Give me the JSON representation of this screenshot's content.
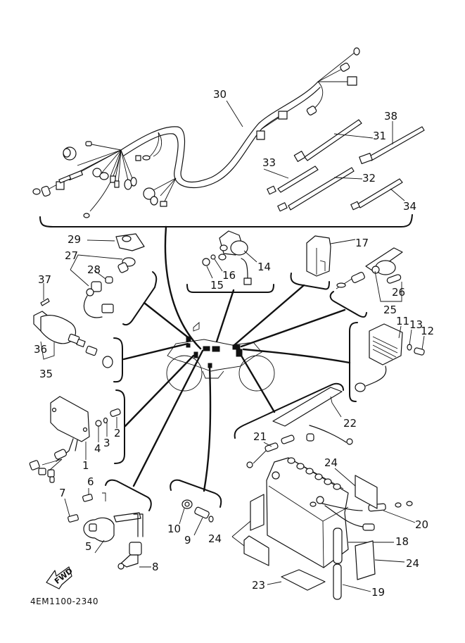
{
  "diagram": {
    "title_code": "4EM1100-2340",
    "direction_badge": "FWD",
    "colors": {
      "ink": "#111111",
      "paper": "#ffffff"
    },
    "groups": {
      "harness": {
        "name": "wire-harness-group",
        "parts": [
          "30",
          "31",
          "32",
          "33",
          "34",
          "38"
        ]
      },
      "thermo": {
        "name": "thermo-switch-group",
        "parts": [
          "27",
          "28",
          "29"
        ]
      },
      "main_switch": {
        "name": "main-switch-group",
        "parts": [
          "35",
          "36",
          "37"
        ]
      },
      "starter_relay": {
        "name": "starter-relay-group",
        "parts": [
          "14",
          "15",
          "16"
        ]
      },
      "cover": {
        "name": "relay-cover-group",
        "parts": [
          "17"
        ]
      },
      "fuse": {
        "name": "fuse-holder-group",
        "parts": [
          "25",
          "26"
        ]
      },
      "rectifier": {
        "name": "rectifier-regulator-group",
        "parts": [
          "11",
          "12",
          "13"
        ]
      },
      "cdi": {
        "name": "cdi-unit-group",
        "parts": [
          "1",
          "2",
          "3",
          "4"
        ]
      },
      "ignition_coil": {
        "name": "ignition-coil-group",
        "parts": [
          "5",
          "6",
          "7",
          "8"
        ]
      },
      "neutral_switch": {
        "name": "neutral-switch-group",
        "parts": [
          "9",
          "10"
        ]
      },
      "battery": {
        "name": "battery-group",
        "parts": [
          "18",
          "19",
          "20",
          "21",
          "22",
          "23",
          "24"
        ]
      }
    },
    "callouts": {
      "c1": "1",
      "c2": "2",
      "c3": "3",
      "c4": "4",
      "c5": "5",
      "c6": "6",
      "c7": "7",
      "c8": "8",
      "c9": "9",
      "c10": "10",
      "c11": "11",
      "c12": "12",
      "c13": "13",
      "c14": "14",
      "c15": "15",
      "c16": "16",
      "c17": "17",
      "c18": "18",
      "c19": "19",
      "c20": "20",
      "c21": "21",
      "c22": "22",
      "c23": "23",
      "c24a": "24",
      "c24b": "24",
      "c24c": "24",
      "c24d": "24",
      "c25": "25",
      "c26": "26",
      "c27": "27",
      "c28": "28",
      "c29": "29",
      "c30": "30",
      "c31": "31",
      "c32": "32",
      "c33": "33",
      "c34": "34",
      "c35": "35",
      "c36": "36",
      "c37": "37",
      "c38": "38"
    }
  }
}
